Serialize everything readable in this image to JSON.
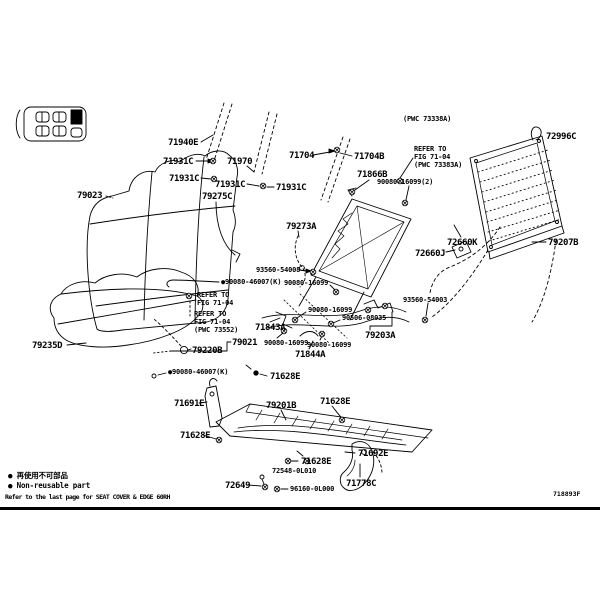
{
  "diagram_type": "parts-diagram-rear-seat",
  "colors": {
    "ink": "#000000",
    "paper": "#ffffff"
  },
  "icons": {
    "seat_map": "seat-position-indicator",
    "fastener": "screw-cross-icon",
    "marker": "non-reusable-dot-icon"
  },
  "callouts": [
    {
      "text": "71940E"
    },
    {
      "text": "71931C"
    },
    {
      "text": "71970"
    },
    {
      "text": "71931C"
    },
    {
      "text": "71931C"
    },
    {
      "text": "71931C"
    },
    {
      "text": "79023"
    },
    {
      "text": "79275C"
    },
    {
      "text": "(PWC 73338A)"
    },
    {
      "text": "72996C"
    },
    {
      "text": "71704"
    },
    {
      "text": "71704B"
    },
    {
      "text": "REFER TO\nFIG 71-04\n(PWC 73383A)"
    },
    {
      "text": "71866B"
    },
    {
      "text": "90080-16099(2)"
    },
    {
      "text": "79273A"
    },
    {
      "text": "72660K"
    },
    {
      "text": "72660J"
    },
    {
      "text": "79207B"
    },
    {
      "text": "93560-54008"
    },
    {
      "text": "●90080-46007(K)"
    },
    {
      "text": "90080-16099"
    },
    {
      "text": "REFER TO\nFIG 71-04"
    },
    {
      "text": "REFER TO\nFIG 71-04\n(PWC 73552)"
    },
    {
      "text": "79021"
    },
    {
      "text": "79220B"
    },
    {
      "text": "71843A"
    },
    {
      "text": "90080-16099"
    },
    {
      "text": "90080-16099"
    },
    {
      "text": "90080-16099"
    },
    {
      "text": "90506-08035"
    },
    {
      "text": "79203A"
    },
    {
      "text": "93560-54003"
    },
    {
      "text": "71844A"
    },
    {
      "text": "●90080-46007(K)"
    },
    {
      "text": "71628E"
    },
    {
      "text": "79235D"
    },
    {
      "text": "71691E"
    },
    {
      "text": "79201B"
    },
    {
      "text": "71628E"
    },
    {
      "text": "71628E"
    },
    {
      "text": "71628E"
    },
    {
      "text": "71692E"
    },
    {
      "text": "72548-0L010"
    },
    {
      "text": "72649"
    },
    {
      "text": "96160-0L000"
    },
    {
      "text": "71778C"
    }
  ],
  "footer": {
    "marker": "●",
    "jp_note": "再使用不可部品",
    "en_note": "Non-reusable part",
    "page_note": "Refer to the last page for SEAT COVER & EDGE 60RH",
    "doc_code": "718893F"
  }
}
